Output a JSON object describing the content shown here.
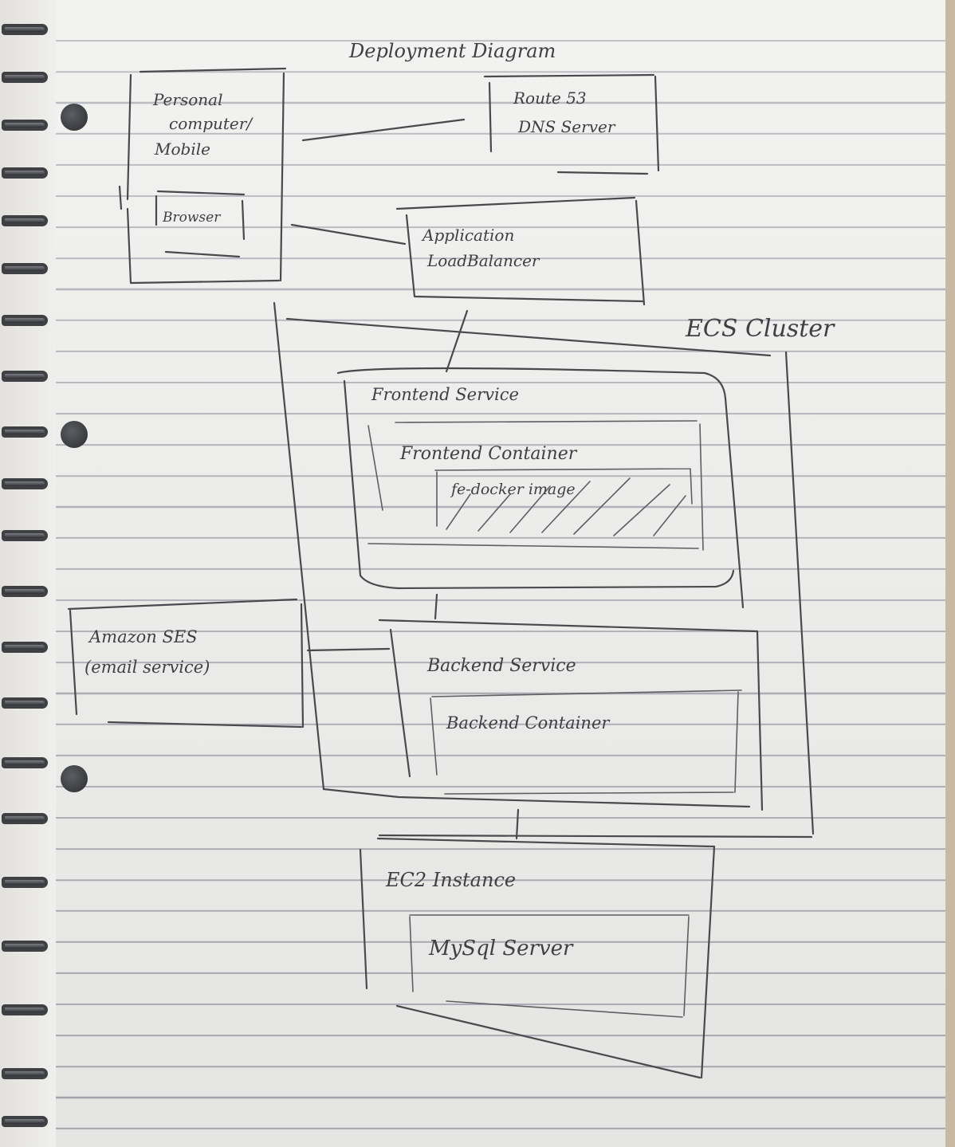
{
  "diagram": {
    "title": "Deployment Diagram",
    "nodes": {
      "personal_computer": {
        "label_lines": [
          "Personal",
          "computer/",
          "Mobile"
        ]
      },
      "browser": {
        "label": "Browser"
      },
      "route53": {
        "label_lines": [
          "Route 53",
          "DNS Server"
        ]
      },
      "load_balancer": {
        "label_lines": [
          "Application",
          "LoadBalancer"
        ]
      },
      "ecs_cluster": {
        "label": "ECS Cluster"
      },
      "frontend_service": {
        "label": "Frontend Service"
      },
      "frontend_container": {
        "label": "Frontend Container"
      },
      "fe_docker_image": {
        "label": "fe-docker image"
      },
      "amazon_ses": {
        "label_lines": [
          "Amazon SES",
          "(email service)"
        ]
      },
      "backend_service": {
        "label": "Backend Service"
      },
      "backend_container": {
        "label": "Backend Container"
      },
      "ec2_instance": {
        "label": "EC2 Instance"
      },
      "mysql_server": {
        "label": "MySql Server"
      }
    },
    "connections": [
      {
        "from": "personal_computer",
        "to": "route53"
      },
      {
        "from": "browser",
        "to": "load_balancer"
      },
      {
        "from": "load_balancer",
        "to": "frontend_service"
      },
      {
        "from": "frontend_service",
        "to": "backend_service"
      },
      {
        "from": "amazon_ses",
        "to": "backend_service"
      },
      {
        "from": "backend_service",
        "to": "ec2_instance"
      }
    ]
  }
}
